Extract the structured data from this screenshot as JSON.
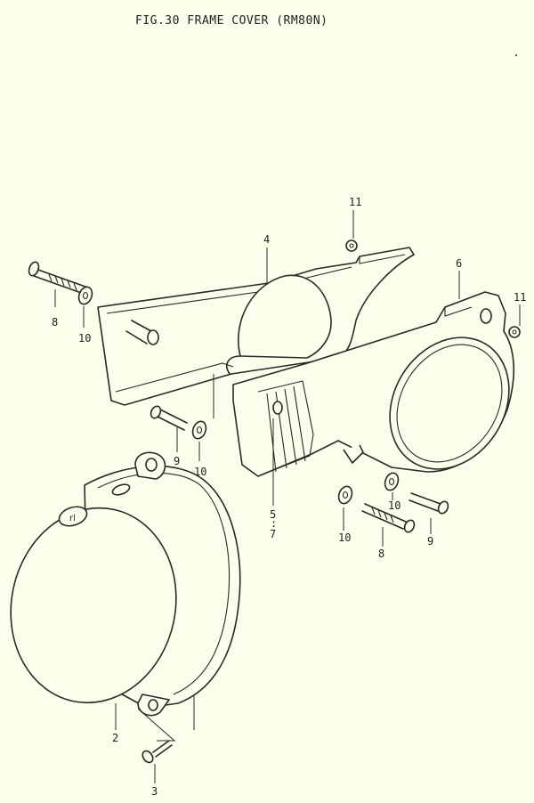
{
  "title": "FIG.30  FRAME COVER (RM80N)",
  "callouts": [
    {
      "id": "c-2",
      "text": "2"
    },
    {
      "id": "c-3",
      "text": "3"
    },
    {
      "id": "c-4",
      "text": "4"
    },
    {
      "id": "c-5",
      "text": "5"
    },
    {
      "id": "c-colon",
      "text": ":"
    },
    {
      "id": "c-7",
      "text": "7"
    },
    {
      "id": "c-6",
      "text": "6"
    },
    {
      "id": "c-8a",
      "text": "8"
    },
    {
      "id": "c-8b",
      "text": "8"
    },
    {
      "id": "c-9a",
      "text": "9"
    },
    {
      "id": "c-9b",
      "text": "9"
    },
    {
      "id": "c-10a",
      "text": "10"
    },
    {
      "id": "c-10b",
      "text": "10"
    },
    {
      "id": "c-10c",
      "text": "10"
    },
    {
      "id": "c-10d",
      "text": "10"
    },
    {
      "id": "c-11a",
      "text": "11"
    },
    {
      "id": "c-11b",
      "text": "11"
    }
  ],
  "colors": {
    "paper": "#fcfdea",
    "ink": "#2a2a24"
  }
}
